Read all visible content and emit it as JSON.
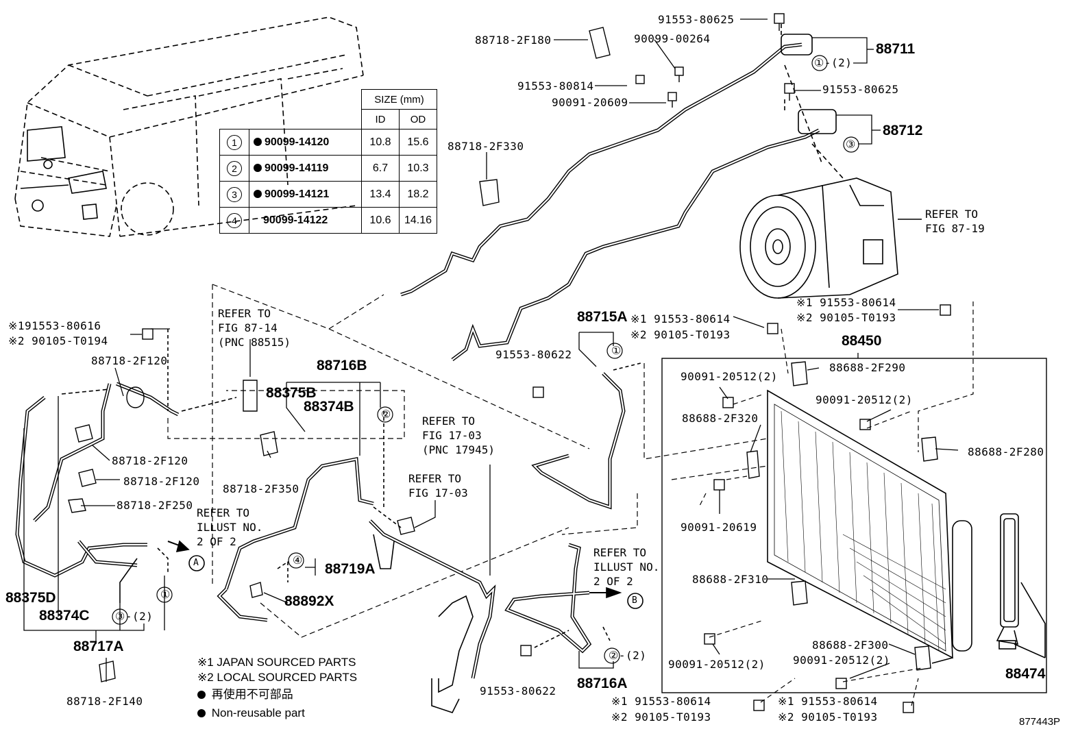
{
  "figure_id": "877443P",
  "table": {
    "size_header": "SIZE (mm)",
    "id_header": "ID",
    "od_header": "OD",
    "rows": [
      {
        "num": "1",
        "part": "90099-14120",
        "id": "10.8",
        "od": "15.6",
        "non_reusable": true
      },
      {
        "num": "2",
        "part": "90099-14119",
        "id": "6.7",
        "od": "10.3",
        "non_reusable": true
      },
      {
        "num": "3",
        "part": "90099-14121",
        "id": "13.4",
        "od": "18.2",
        "non_reusable": true
      },
      {
        "num": "4",
        "part": "90099-14122",
        "id": "10.6",
        "od": "14.16",
        "non_reusable": false
      }
    ]
  },
  "labels": {
    "p91553_80625a": "91553-80625",
    "p88718_2F180": "88718-2F180",
    "p90099_00264": "90099-00264",
    "p91553_80814": "91553-80814",
    "p90091_20609": "90091-20609",
    "p88711": "88711",
    "p88711_sub": "①-(2)",
    "p91553_80625b": "91553-80625",
    "p88712": "88712",
    "p88712_sub": "③",
    "p88718_2F330": "88718-2F330",
    "refer_87_19": "REFER TO\nFIG 87-19",
    "refer_87_14": "REFER TO\nFIG 87-14\n(PNC 88515)",
    "p91553_80616": "※191553-80616",
    "p90105_T0194": "※2 90105-T0194",
    "p88718_2F120a": "88718-2F120",
    "p88718_2F120b": "88718-2F120",
    "p88718_2F120c": "88718-2F120",
    "p88718_2F250": "88718-2F250",
    "p88375B": "88375B",
    "p88374B": "88374B",
    "p88716B": "88716B",
    "p88716B_sub": "②",
    "p88718_2F350": "88718-2F350",
    "refer_17_03a": "REFER TO\nFIG 17-03\n(PNC 17945)",
    "refer_17_03b": "REFER TO\nFIG 17-03",
    "refer_illust_a": "REFER TO\nILLUST NO.\n2 OF 2",
    "arrow_a": "A",
    "p88719A": "88719A",
    "p88719A_sub": "④",
    "p88892X": "88892X",
    "p88375D": "88375D",
    "p88374C": "88374C",
    "p88717A": "88717A",
    "p88717A_sub1": "③-(2)",
    "p88717A_sub2": "①",
    "p88718_2F140": "88718-2F140",
    "p88715A": "88715A",
    "p88715A_sub": "①",
    "p91553_80622a": "91553-80622",
    "p91553_80622b": "91553-80622",
    "s1_91553_80614a": "※1 91553-80614",
    "s2_90105_T0193a": "※2 90105-T0193",
    "s1_91553_80614b": "※1 91553-80614",
    "s2_90105_T0193b": "※2 90105-T0193",
    "s1_91553_80614c": "※1 91553-80614",
    "s2_90105_T0193c": "※2 90105-T0193",
    "s1_91553_80614d": "※1 91553-80614",
    "s2_90105_T0193d": "※2 90105-T0193",
    "refer_illust_b": "REFER TO\nILLUST NO.\n2 OF 2",
    "arrow_b": "B",
    "p88716A": "88716A",
    "p88716A_sub": "②-(2)",
    "p88450": "88450",
    "p88688_2F290": "88688-2F290",
    "p90091_20512a": "90091-20512(2)",
    "p90091_20512b": "90091-20512(2)",
    "p90091_20512c": "90091-20512(2)",
    "p90091_20512d": "90091-20512(2)",
    "p88688_2F320": "88688-2F320",
    "p88688_2F280": "88688-2F280",
    "p90091_20619": "90091-20619",
    "p88688_2F310": "88688-2F310",
    "p88688_2F300": "88688-2F300",
    "p88474": "88474"
  },
  "legend": {
    "japan": "※1 JAPAN SOURCED PARTS",
    "local": "※2 LOCAL SOURCED PARTS",
    "jp_nonreuse": "再使用不可部品",
    "nonreuse": "Non-reusable part"
  }
}
